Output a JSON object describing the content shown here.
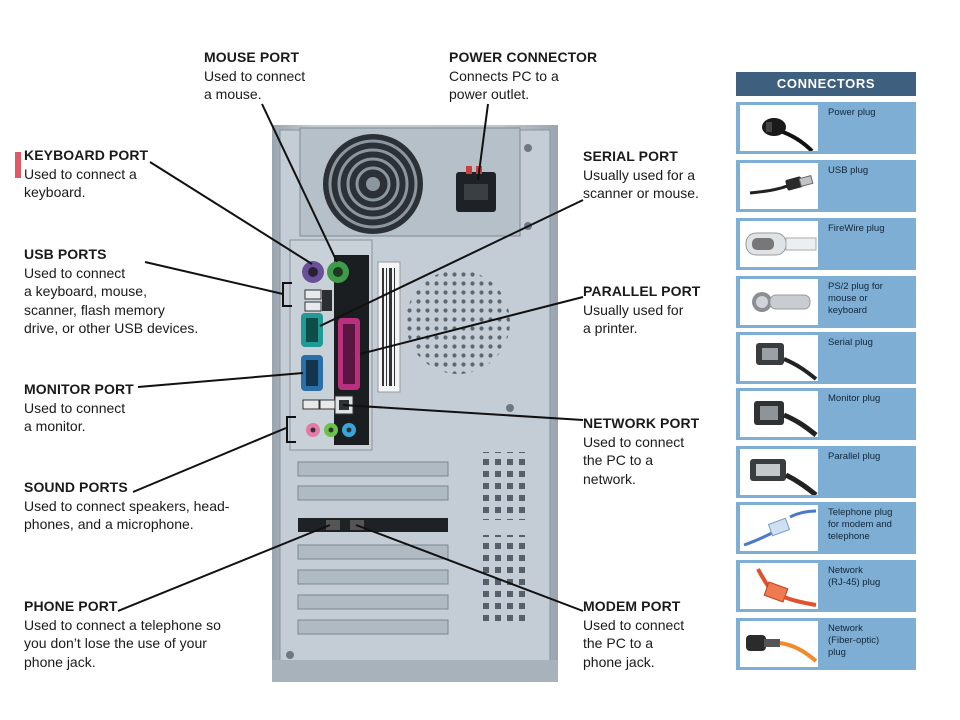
{
  "labels": {
    "mouse_port": {
      "title": "MOUSE PORT",
      "desc": "Used to connect\na mouse."
    },
    "power_connector": {
      "title": "POWER CONNECTOR",
      "desc": "Connects PC to a\npower outlet."
    },
    "keyboard_port": {
      "title": "KEYBOARD PORT",
      "desc": "Used to connect a\nkeyboard."
    },
    "serial_port": {
      "title": "SERIAL PORT",
      "desc": "Usually used for a\nscanner or mouse."
    },
    "usb_ports": {
      "title": "USB PORTS",
      "desc": "Used to connect\na keyboard, mouse,\nscanner, flash memory\ndrive, or other USB devices."
    },
    "parallel_port": {
      "title": "PARALLEL PORT",
      "desc": "Usually used for\na printer."
    },
    "monitor_port": {
      "title": "MONITOR PORT",
      "desc": "Used to connect\na monitor."
    },
    "network_port": {
      "title": "NETWORK PORT",
      "desc": "Used to connect\nthe PC to a\nnetwork."
    },
    "sound_ports": {
      "title": "SOUND PORTS",
      "desc": "Used to connect speakers, head-\nphones, and a microphone."
    },
    "phone_port": {
      "title": "PHONE PORT",
      "desc": "Used to connect a telephone so\nyou don’t lose the use of your\nphone jack."
    },
    "modem_port": {
      "title": "MODEM PORT",
      "desc": "Used to connect\nthe PC to a\nphone jack."
    }
  },
  "connectors": {
    "header": "CONNECTORS",
    "items": [
      {
        "label": "Power plug",
        "icon": "power-plug-icon"
      },
      {
        "label": "USB plug",
        "icon": "usb-plug-icon"
      },
      {
        "label": "FireWire plug",
        "icon": "firewire-plug-icon"
      },
      {
        "label": "PS/2 plug for\nmouse or\nkeyboard",
        "icon": "ps2-plug-icon"
      },
      {
        "label": "Serial plug",
        "icon": "serial-plug-icon"
      },
      {
        "label": "Monitor plug",
        "icon": "monitor-plug-icon"
      },
      {
        "label": "Parallel plug",
        "icon": "parallel-plug-icon"
      },
      {
        "label": "Telephone plug\nfor modem and\ntelephone",
        "icon": "telephone-plug-icon"
      },
      {
        "label": "Network\n(RJ-45) plug",
        "icon": "network-rj45-plug-icon"
      },
      {
        "label": "Network\n(Fiber-optic)\nplug",
        "icon": "fiber-optic-plug-icon"
      }
    ]
  },
  "colors": {
    "panel_header": "#3f5f7e",
    "panel_row": "#7eaed3",
    "case_body": "#bcc6cf",
    "ps2_mouse": "#3f9a4a",
    "ps2_keyboard": "#6a4f9a",
    "serial": "#1f9a95",
    "parallel": "#b8307e",
    "monitor": "#2a6fa8",
    "audio_pink": "#e37aa8",
    "audio_green": "#6bc14a",
    "audio_blue": "#3aa6d8"
  }
}
